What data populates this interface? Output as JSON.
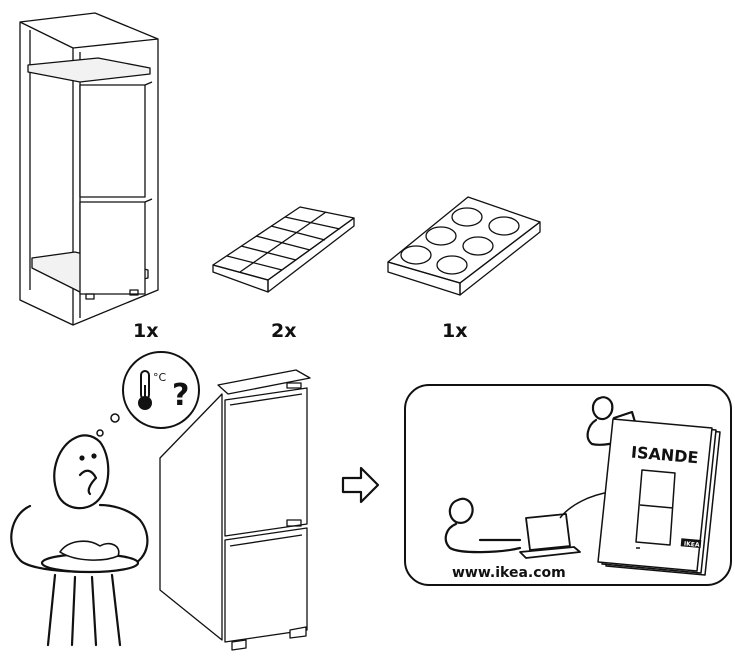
{
  "quantities": {
    "cabinet_fridge": "1x",
    "ice_cube_tray": "2x",
    "egg_tray": "1x"
  },
  "thought_bubble": {
    "unit": "°C",
    "question": "?"
  },
  "manual": {
    "title": "ISANDE",
    "brand": "IKEA"
  },
  "website": "www.ikea.com",
  "colors": {
    "line": "#111111",
    "background": "#ffffff",
    "light_fill": "#f2f2f2"
  }
}
